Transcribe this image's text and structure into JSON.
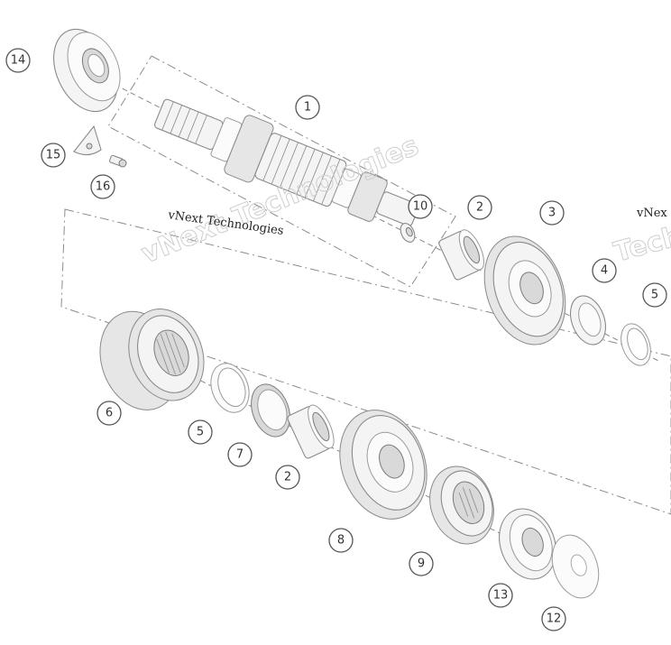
{
  "watermark": {
    "main": "vNext Technologies",
    "right_fragment_1": "vNex",
    "right_fragment_2": "Tech"
  },
  "callouts": [
    {
      "id": "c1",
      "label": "1"
    },
    {
      "id": "c2a",
      "label": "2"
    },
    {
      "id": "c3",
      "label": "3"
    },
    {
      "id": "c4",
      "label": "4"
    },
    {
      "id": "c5a",
      "label": "5"
    },
    {
      "id": "c6",
      "label": "6"
    },
    {
      "id": "c5b",
      "label": "5"
    },
    {
      "id": "c7",
      "label": "7"
    },
    {
      "id": "c2b",
      "label": "2"
    },
    {
      "id": "c8",
      "label": "8"
    },
    {
      "id": "c9",
      "label": "9"
    },
    {
      "id": "c10",
      "label": "10"
    },
    {
      "id": "c12",
      "label": "12"
    },
    {
      "id": "c13",
      "label": "13"
    },
    {
      "id": "c14",
      "label": "14"
    },
    {
      "id": "c15",
      "label": "15"
    },
    {
      "id": "c16",
      "label": "16"
    }
  ]
}
